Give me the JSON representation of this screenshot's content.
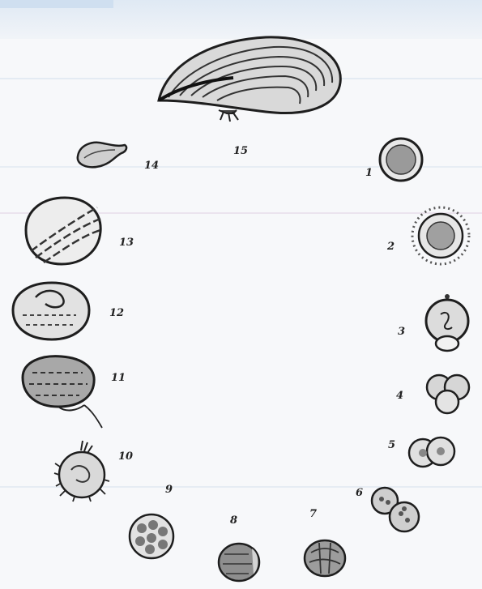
{
  "labels": {
    "n1": "1",
    "n2": "2",
    "n3": "3",
    "n4": "4",
    "n5": "5",
    "n6": "6",
    "n7": "7",
    "n8": "8",
    "n9": "9",
    "n10": "10",
    "n11": "11",
    "n12": "12",
    "n13": "13",
    "n14": "14",
    "n15": "15"
  },
  "colors": {
    "ink": "#2a2a2a",
    "cell_fill": "#8f8f8f",
    "paper": "#f7f8fa"
  }
}
